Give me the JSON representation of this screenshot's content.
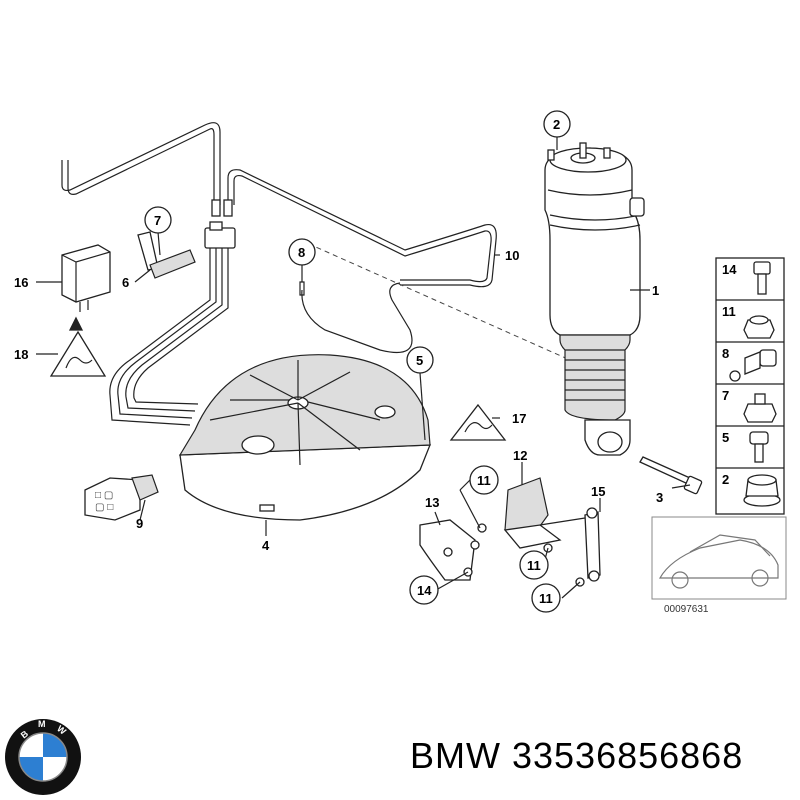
{
  "labels": {
    "n1": "1",
    "n2": "2",
    "n3": "3",
    "n4": "4",
    "n5": "5",
    "n6": "6",
    "n7": "7",
    "n8": "8",
    "n9": "9",
    "n10": "10",
    "n11a": "11",
    "n11b": "11",
    "n11c": "11",
    "n12": "12",
    "n13": "13",
    "n14": "14",
    "n15": "15",
    "n16": "16",
    "n17": "17",
    "n18": "18"
  },
  "side_panel": {
    "items": [
      "14",
      "11",
      "8",
      "7",
      "5",
      "2"
    ]
  },
  "image_code": "00097631",
  "footer": {
    "brand_text": "BMW 33536856868",
    "logo_letters": "BMW"
  }
}
